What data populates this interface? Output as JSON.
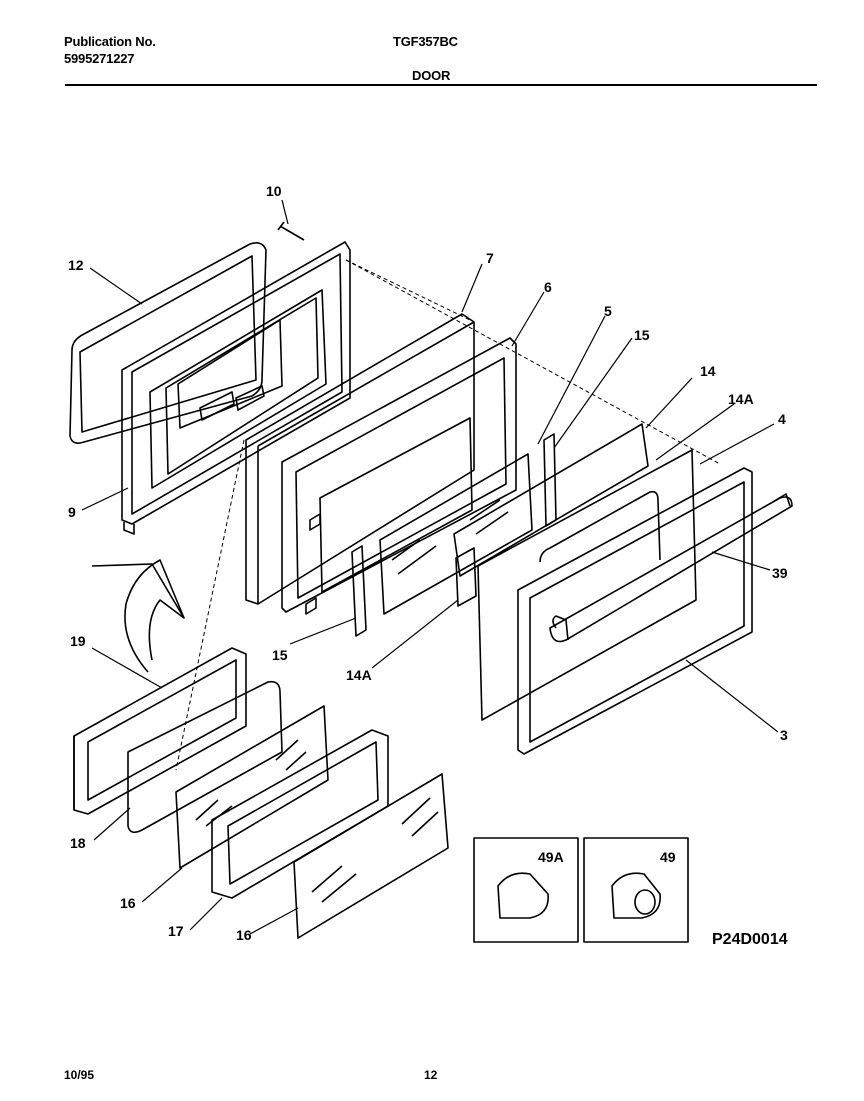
{
  "header": {
    "publication_label": "Publication No.",
    "publication_number": "5995271227",
    "model": "TGF357BC",
    "section": "DOOR"
  },
  "callouts": {
    "c10": "10",
    "c12": "12",
    "c7": "7",
    "c6": "6",
    "c5": "5",
    "c15_top": "15",
    "c14": "14",
    "c14A_top": "14A",
    "c4": "4",
    "c9": "9",
    "c39": "39",
    "c15_bottom": "15",
    "c14A_bottom": "14A",
    "c3": "3",
    "c19": "19",
    "c18": "18",
    "c16_left": "16",
    "c17": "17",
    "c16_right": "16",
    "c49A": "49A",
    "c49": "49"
  },
  "diagram_code": "P24D0014",
  "footer": {
    "date": "10/95",
    "page": "12"
  }
}
